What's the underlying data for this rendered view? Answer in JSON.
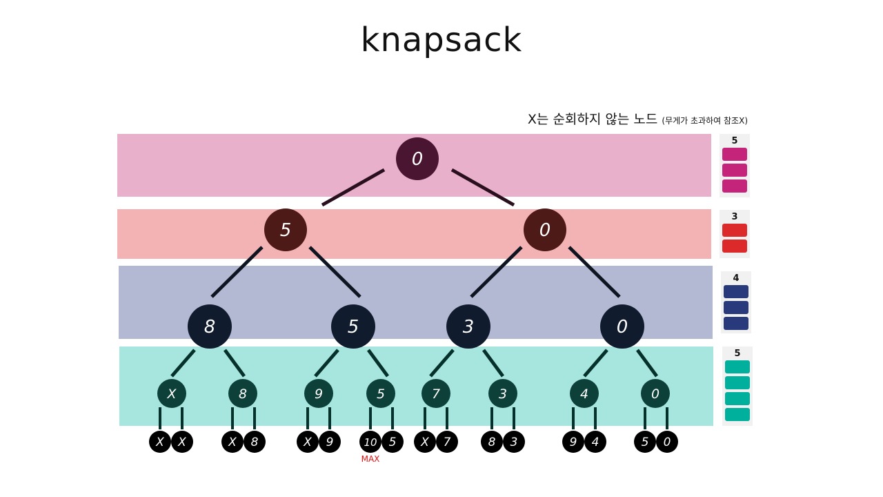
{
  "title": "knapsack",
  "note": {
    "main": "X는 순회하지 않는 노드",
    "sub": "(무게가 초과하여 참조X)"
  },
  "colors": {
    "band1": "#e9b0cc",
    "band2": "#f3b3b4",
    "band3": "#b3b8d3",
    "band4": "#a7e5df",
    "node1": "#4a1530",
    "node2": "#4d1a18",
    "node3": "#101b2e",
    "node4": "#0d4038",
    "leaf": "#000000",
    "edge": "#0a0f18",
    "max": "#e01010"
  },
  "items": [
    {
      "weight": "5",
      "units": 3,
      "color": "#c4257a"
    },
    {
      "weight": "3",
      "units": 2,
      "color": "#dc2a2a"
    },
    {
      "weight": "4",
      "units": 3,
      "color": "#283a7c"
    },
    {
      "weight": "5",
      "units": 4,
      "color": "#00b09c"
    }
  ],
  "tree": {
    "level0": [
      "0"
    ],
    "level1": [
      "5",
      "0"
    ],
    "level2": [
      "8",
      "5",
      "3",
      "0"
    ],
    "level3": [
      "X",
      "8",
      "9",
      "5",
      "7",
      "3",
      "4",
      "0"
    ],
    "leaves": [
      "X",
      "X",
      "X",
      "8",
      "X",
      "9",
      "10",
      "5",
      "X",
      "7",
      "8",
      "3",
      "9",
      "4",
      "5",
      "0"
    ]
  },
  "max": {
    "value": "10",
    "label": "MAX",
    "leaf_index": 6
  }
}
